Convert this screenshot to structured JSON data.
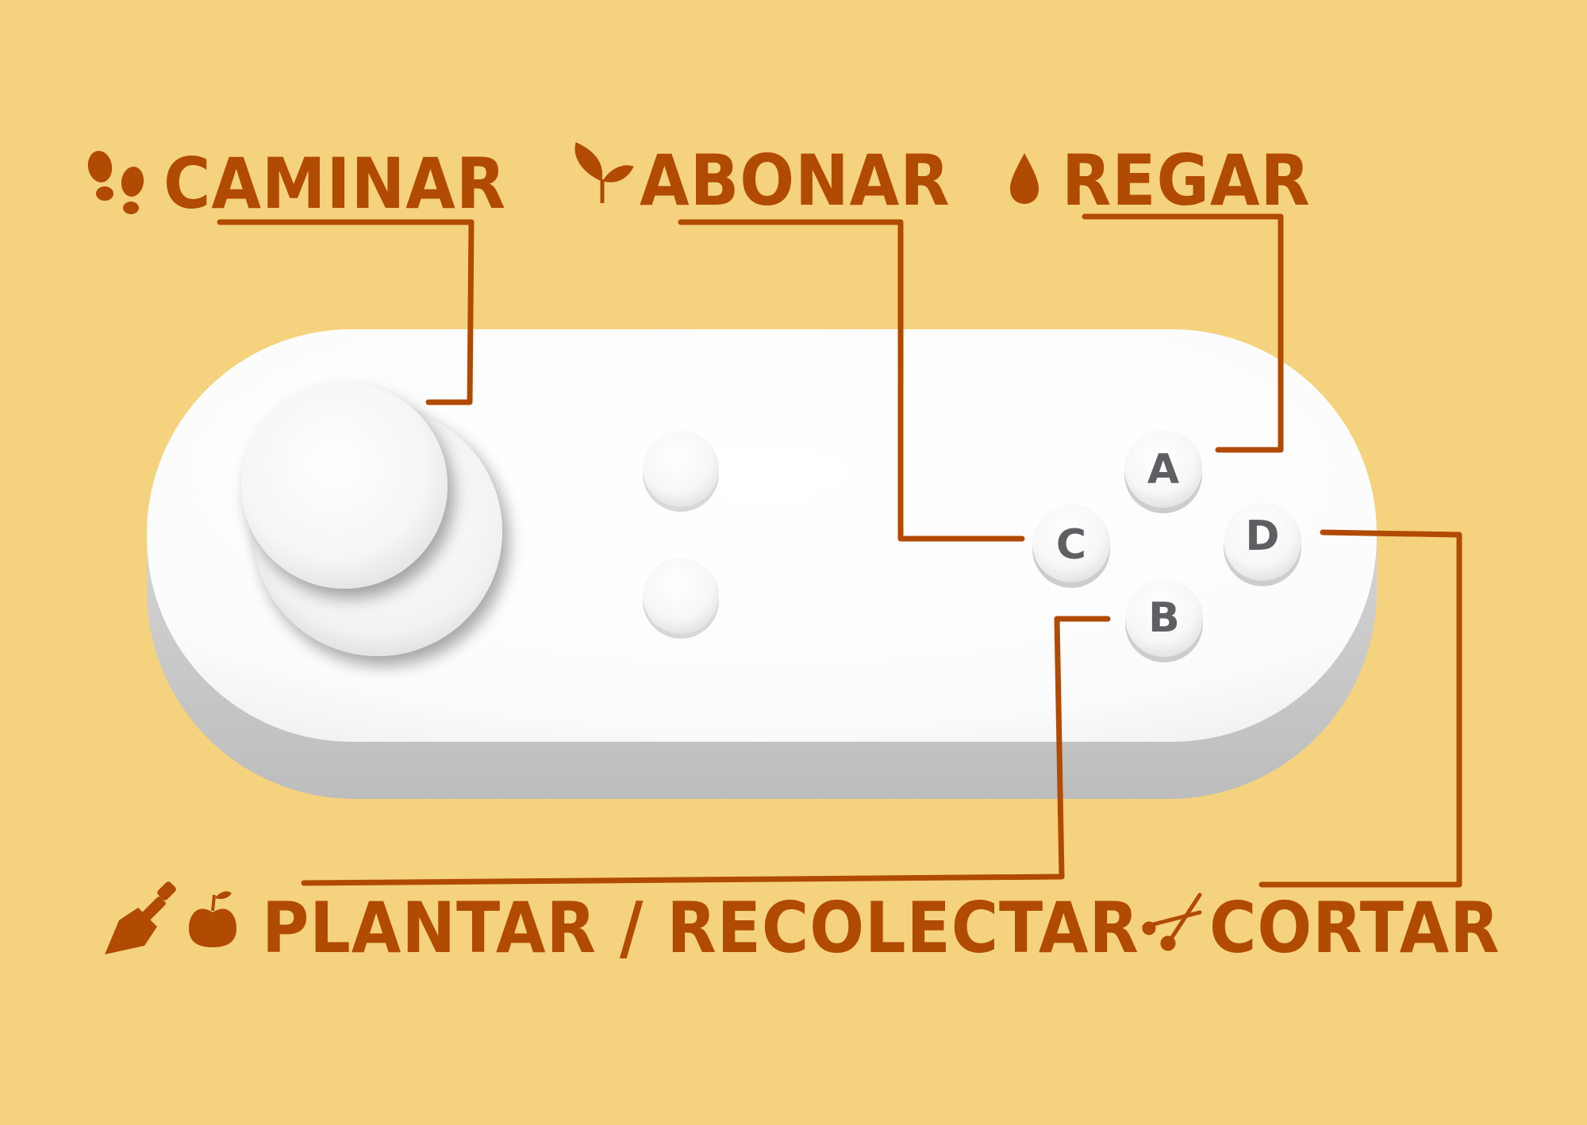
{
  "labels": {
    "caminar": "CAMINAR",
    "abonar": "ABONAR",
    "regar": "REGAR",
    "plantar": "PLANTAR / RECOLECTAR",
    "cortar": "CORTAR"
  },
  "buttons": {
    "a": "A",
    "b": "B",
    "c": "C",
    "d": "D"
  },
  "colors": {
    "background": "#f5d27e",
    "accent": "#b14a03",
    "controller": "#ffffff",
    "button_text": "#5e5f63"
  },
  "icons": {
    "caminar": "footprints-icon",
    "abonar": "sprout-icon",
    "regar": "water-drop-icon",
    "plantar": "trowel-icon",
    "recolectar": "apple-icon",
    "cortar": "scissors-icon"
  }
}
